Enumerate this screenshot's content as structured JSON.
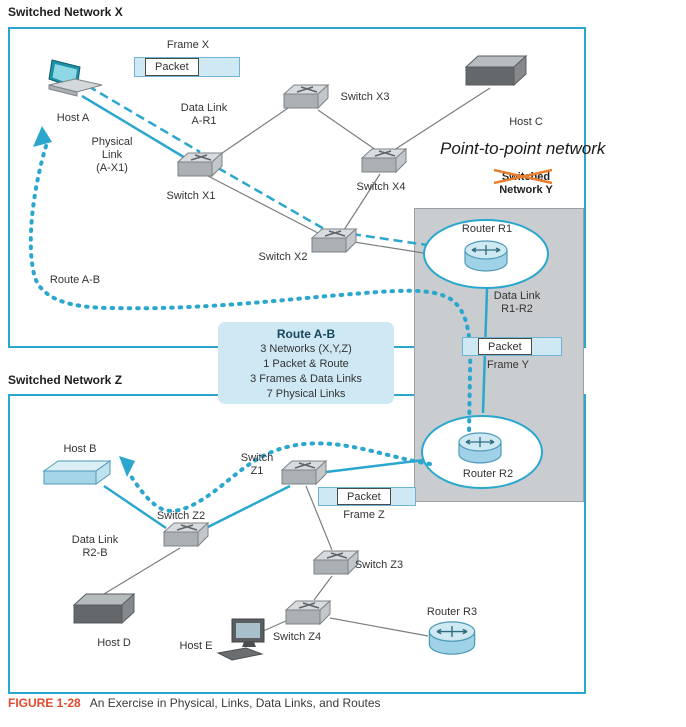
{
  "networks": {
    "x_label": "Switched Network X",
    "z_label": "Switched Network Z",
    "y_label_1": "Switched",
    "y_label_2": "Network Y"
  },
  "annotations": {
    "point_to_point": "Point-to-point network",
    "route_ab": "Route A-B",
    "frame_x_label": "Frame X",
    "frame_y_label": "Frame Y",
    "frame_z_label": "Frame Z",
    "packet": "Packet",
    "data_link_a_r1": [
      "Data Link",
      "A-R1"
    ],
    "physical_link_a_x1": [
      "Physical",
      "Link",
      "(A-X1)"
    ],
    "data_link_r1_r2": [
      "Data Link",
      "R1-R2"
    ],
    "data_link_r2_b": [
      "Data Link",
      "R2-B"
    ]
  },
  "route_box": {
    "title": "Route A-B",
    "lines": [
      "3 Networks (X,Y,Z)",
      "1 Packet & Route",
      "3 Frames & Data Links",
      "7 Physical Links"
    ]
  },
  "devices": {
    "host_a": "Host A",
    "host_b": "Host B",
    "host_c": "Host C",
    "host_d": "Host D",
    "host_e": "Host E",
    "switch_x1": "Switch X1",
    "switch_x2": "Switch X2",
    "switch_x3": "Switch X3",
    "switch_x4": "Switch X4",
    "switch_z1": [
      "Switch",
      "Z1"
    ],
    "switch_z2": "Switch Z2",
    "switch_z3": "Switch Z3",
    "switch_z4": "Switch Z4",
    "router_r1": "Router R1",
    "router_r2": "Router R2",
    "router_r3": "Router R3"
  },
  "figure": {
    "number": "FIGURE 1-28",
    "caption": "An Exercise in Physical, Links, Data Links, and Routes"
  },
  "colors": {
    "teal": "#2BA7CE",
    "route_box_bg": "#CFE9F4",
    "network_y_bg": "#C9CDD0",
    "figure_number": "#E2492F",
    "cross_orange": "#E87E2E"
  }
}
